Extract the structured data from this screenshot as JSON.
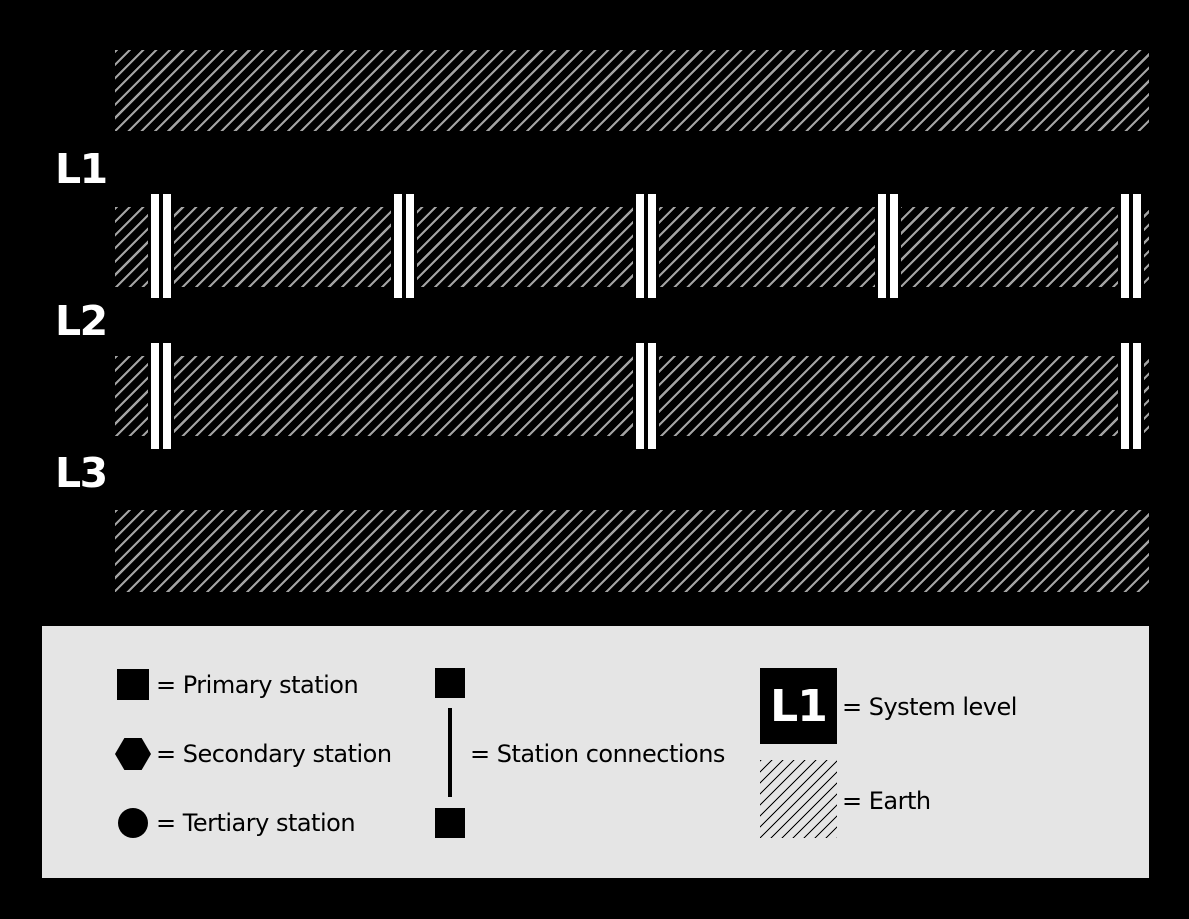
{
  "colors": {
    "background": "#000000",
    "hatch_gray": "#a3a3a3",
    "legend_background": "#e5e5e5",
    "bar_white": "#ffffff",
    "text_dark": "#000000",
    "text_light": "#ffffff"
  },
  "diagram": {
    "level_labels": [
      "L1",
      "L2",
      "L3"
    ],
    "earth_band_count": 4,
    "connection_columns": {
      "band2_centers": [
        161,
        404,
        646,
        888,
        1131
      ],
      "band3_centers": [
        161,
        646,
        1131
      ]
    }
  },
  "legend": {
    "stations": [
      {
        "symbol": "square",
        "label": "= Primary station"
      },
      {
        "symbol": "hexagon",
        "label": "= Secondary station"
      },
      {
        "symbol": "circle",
        "label": "= Tertiary station"
      }
    ],
    "connections_label": "= Station connections",
    "system_level": {
      "badge": "L1",
      "label": "= System level"
    },
    "earth_label": "= Earth"
  }
}
